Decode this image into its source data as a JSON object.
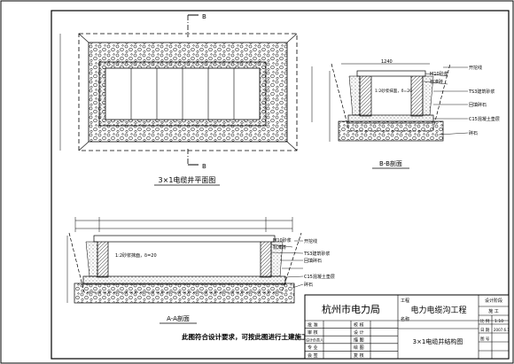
{
  "plan_view": {
    "section_mark": "B",
    "title": "3×1电缆井平面图"
  },
  "section_bb": {
    "title": "B-B剖面",
    "dim_top": "1240",
    "mortar_label": "1:2砂浆抹面，δ=20",
    "callouts": [
      "开挖线",
      "M10砂浆",
      "标准砖",
      "TS3建筑砂浆",
      "回填碎石",
      "C15混凝土垫层",
      "碎石"
    ]
  },
  "section_aa": {
    "title": "A-A剖面",
    "mortar_label": "1:2砂浆抹面，δ=20",
    "callouts": [
      "开挖线",
      "M10砂浆",
      "标准砖",
      "TS3建筑砂浆",
      "回填碎石",
      "C15混凝土垫层",
      "碎石"
    ]
  },
  "note": "此图符合设计要求，可按此图进行土建施工。",
  "title_block": {
    "org": "杭州市电力局",
    "project_label": "工程",
    "project_name": "电力电缆沟工程",
    "drawing_name_label": "名称",
    "drawing_title": "3×1电缆井结构图",
    "stage_label": "设计阶段",
    "stage_value": "施 工",
    "scale_label": "比 例",
    "scale_value": "1:10",
    "date_label": "日 期",
    "date_value": "2007.6.1",
    "sheet_label": "图 号",
    "sign_rows": [
      {
        "left": "批 准",
        "right": "校 核"
      },
      {
        "left": "审 核",
        "right": "设 计"
      },
      {
        "left": "设计负责人",
        "right": "描 图"
      },
      {
        "left": "专 业",
        "right": "绘 图"
      },
      {
        "left": "会 签",
        "right": "复 核"
      }
    ]
  }
}
